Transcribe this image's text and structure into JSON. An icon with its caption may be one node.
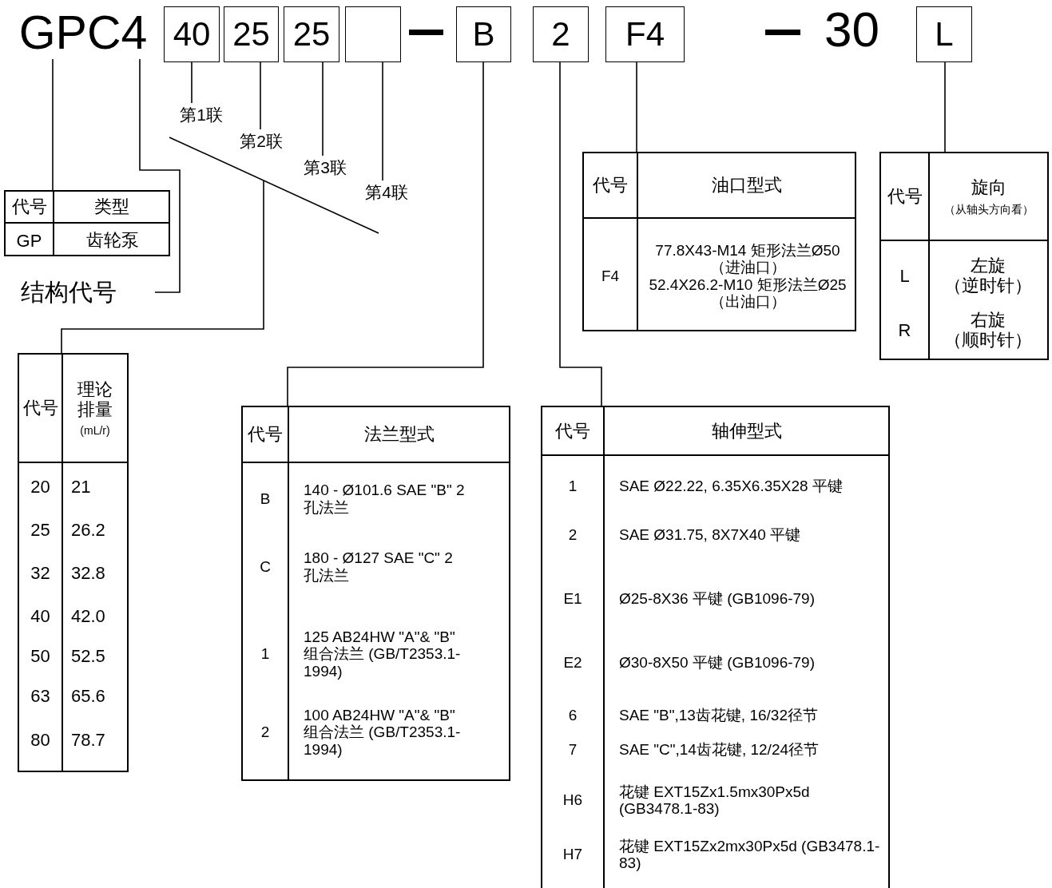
{
  "diagram": {
    "nodes": [
      {
        "text": [
          "GPC4"
        ]
      },
      {
        "text": [
          "40"
        ]
      },
      {
        "text": [
          "25"
        ]
      },
      {
        "text": [
          "25"
        ]
      },
      {
        "text": [],
        "shape": "box"
      },
      {
        "text": [
          "B"
        ]
      },
      {
        "text": [
          "2"
        ]
      },
      {
        "text": [
          "F4"
        ]
      },
      {
        "text": [
          "L"
        ]
      },
      {
        "text": [
          "第1联"
        ]
      },
      {
        "text": [
          "第2联"
        ]
      },
      {
        "text": [
          "第3联"
        ]
      },
      {
        "text": [
          "第4联"
        ]
      },
      {
        "text": [
          "代号",
          "类型",
          "GP",
          "齿轮泵"
        ]
      },
      {
        "text": [
          "结构代号"
        ]
      },
      {
        "text": [
          "代号",
          "理论排量",
          "(mL/r)",
          "20",
          "21",
          "25",
          "26.2",
          "32",
          "32.8",
          "40",
          "42.0",
          "50",
          "52.5",
          "63",
          "65.6",
          "80",
          "78.7"
        ]
      },
      {
        "text": [
          "代号",
          "法兰型式",
          "B",
          "140 - Ø101.6 SAE \"B\" 2 孔法兰",
          "C",
          "180 - Ø127 SAE \"C\" 2 孔法兰",
          "1",
          "125 AB24HW \"A\"& \"B\" 组合法兰 (GB/T2353.1-1994)",
          "2",
          "100 AB24HW \"A\"& \"B\" 组合法兰 (GB/T2353.1-1994)"
        ]
      },
      {
        "text": [
          "代号",
          "轴伸型式",
          "1",
          "SAE Ø22.22, 6.35X6.35X28 平键",
          "2",
          "SAE Ø31.75, 8X7X40 平键",
          "E1",
          "Ø25-8X36 平键 (GB1096-79)",
          "E2",
          "Ø30-8X50 平键 (GB1096-79)",
          "6",
          "SAE \"B\",13齿花键, 16/32径节",
          "7",
          "SAE \"C\",14齿花键, 12/24径节",
          "H6",
          "花键 EXT15Zx1.5mx30Px5d (GB3478.1-83)",
          "H7",
          "花键 EXT15Zx2mx30Px5d (GB3478.1-83)"
        ]
      },
      {
        "text": [
          "代号",
          "油口型式",
          "F4",
          "77.8X43-M14 矩形法兰Ø50（进油口）",
          "52.4X26.2-M10 矩形法兰Ø25（出油口）"
        ]
      },
      {
        "text": [
          "代号",
          "旋向",
          "（从轴头方向看）",
          "L",
          "左旋（逆时针）",
          "R",
          "右旋（顺时针）"
        ]
      }
    ],
    "edges": [
      {
        "from": 0,
        "to": 13,
        "arrow": "none"
      },
      {
        "from": 0,
        "to": 14,
        "arrow": "none"
      },
      {
        "from": 1,
        "to": 9,
        "arrow": "none"
      },
      {
        "from": 2,
        "to": 10,
        "arrow": "none"
      },
      {
        "from": 3,
        "to": 11,
        "arrow": "none"
      },
      {
        "from": 4,
        "to": 12,
        "arrow": "none"
      },
      {
        "from": null,
        "to": 15,
        "arrow": "none"
      },
      {
        "from": 5,
        "to": 16,
        "arrow": "none"
      },
      {
        "from": 6,
        "to": 17,
        "arrow": "none"
      },
      {
        "from": 7,
        "to": 18,
        "arrow": "none"
      },
      {
        "from": 8,
        "to": 19,
        "arrow": "none"
      }
    ],
    "labels": [
      "30"
    ]
  }
}
